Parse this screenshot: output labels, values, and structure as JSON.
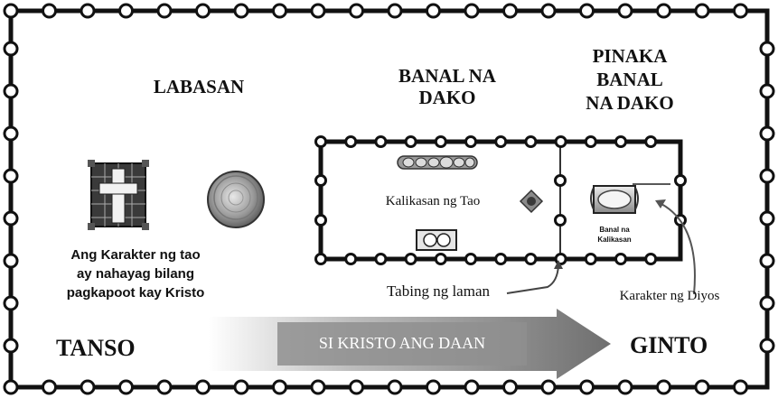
{
  "labels": {
    "outer_court": "LABASAN",
    "holy_place_line1": "BANAL NA",
    "holy_place_line2": "DAKO",
    "holiest_line1": "PINAKA",
    "holiest_line2": "BANAL",
    "holiest_line3": "NA DAKO",
    "human_nature": "Kalikasan ng Tao",
    "divine_nature_line1": "Banal na",
    "divine_nature_line2": "Kalikasan",
    "character_line1": "Ang Karakter ng tao",
    "character_line2": "ay nahayag bilang",
    "character_line3": "pagkapoot kay Kristo",
    "veil_flesh": "Tabing ng laman",
    "character_of_god": "Karakter ng Diyos",
    "bronze": "TANSO",
    "gold": "GINTO",
    "arrow_text": "SI KRISTO ANG DAAN"
  },
  "colors": {
    "frame": "#111111",
    "arrow_start": "#ffffff",
    "arrow_end": "#7a7a7a",
    "arrow_text": "#ffffff"
  }
}
